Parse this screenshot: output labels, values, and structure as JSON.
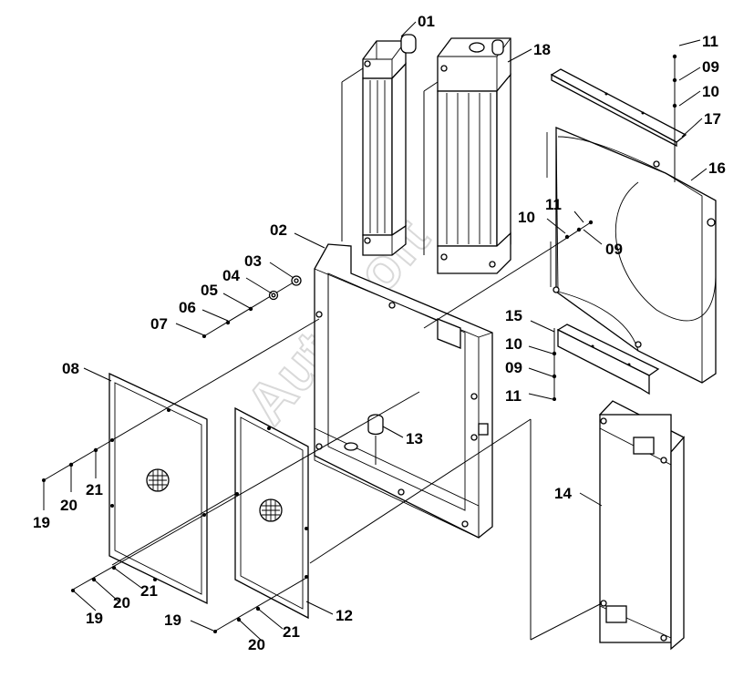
{
  "watermark": "AutoSoft",
  "labels": [
    {
      "id": "l01",
      "text": "01"
    },
    {
      "id": "l18",
      "text": "18"
    },
    {
      "id": "l11a",
      "text": "11"
    },
    {
      "id": "l09a",
      "text": "09"
    },
    {
      "id": "l10a",
      "text": "10"
    },
    {
      "id": "l17",
      "text": "17"
    },
    {
      "id": "l16",
      "text": "16"
    },
    {
      "id": "l11b",
      "text": "11"
    },
    {
      "id": "l10b",
      "text": "10"
    },
    {
      "id": "l09b",
      "text": "09"
    },
    {
      "id": "l02",
      "text": "02"
    },
    {
      "id": "l03",
      "text": "03"
    },
    {
      "id": "l04",
      "text": "04"
    },
    {
      "id": "l05",
      "text": "05"
    },
    {
      "id": "l06",
      "text": "06"
    },
    {
      "id": "l07",
      "text": "07"
    },
    {
      "id": "l15",
      "text": "15"
    },
    {
      "id": "l10c",
      "text": "10"
    },
    {
      "id": "l09c",
      "text": "09"
    },
    {
      "id": "l11c",
      "text": "11"
    },
    {
      "id": "l08",
      "text": "08"
    },
    {
      "id": "l13",
      "text": "13"
    },
    {
      "id": "l14",
      "text": "14"
    },
    {
      "id": "l21a",
      "text": "21"
    },
    {
      "id": "l20a",
      "text": "20"
    },
    {
      "id": "l19a",
      "text": "19"
    },
    {
      "id": "l21b",
      "text": "21"
    },
    {
      "id": "l20b",
      "text": "20"
    },
    {
      "id": "l19b",
      "text": "19"
    },
    {
      "id": "l19c",
      "text": "19"
    },
    {
      "id": "l21c",
      "text": "21"
    },
    {
      "id": "l12",
      "text": "12"
    },
    {
      "id": "l20c",
      "text": "20"
    }
  ]
}
